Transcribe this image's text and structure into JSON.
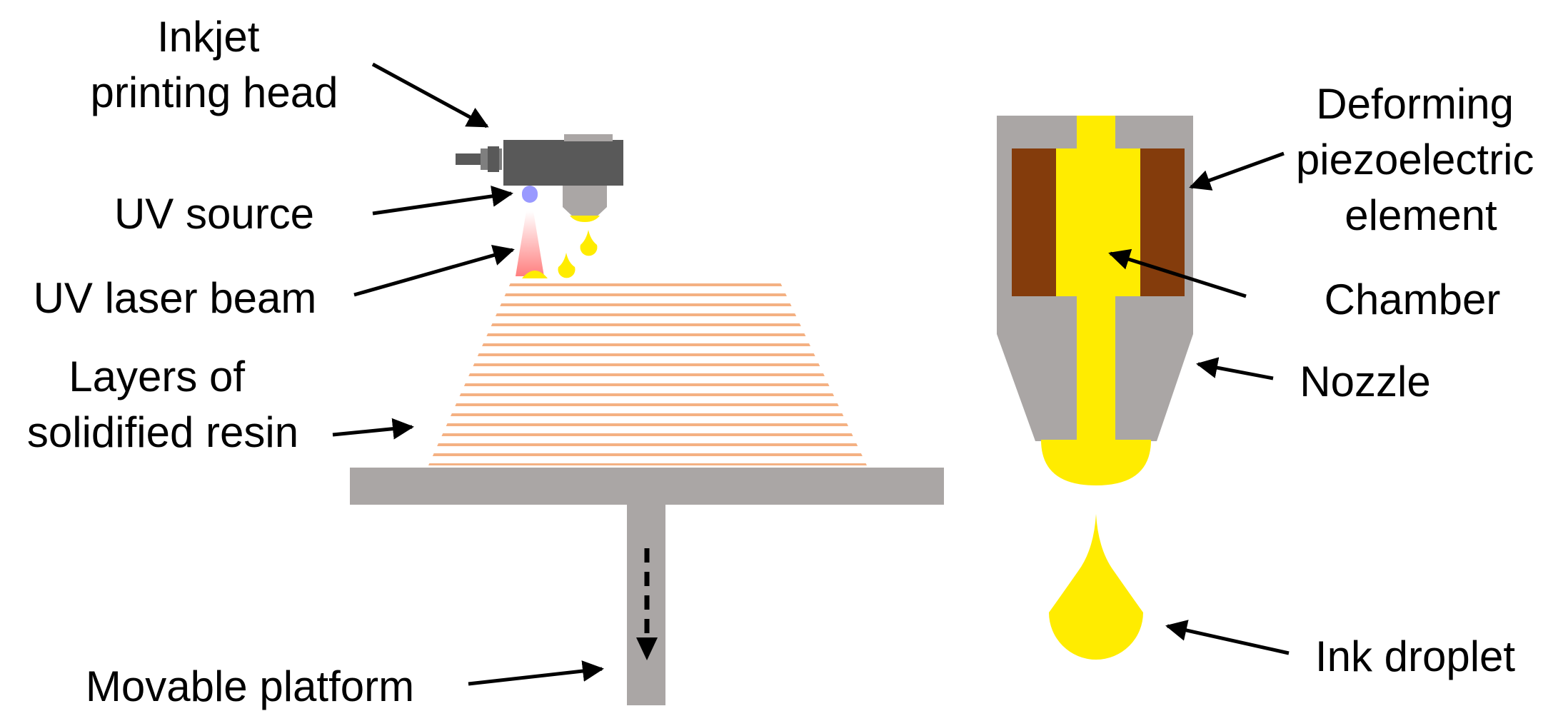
{
  "labels": {
    "print_head": [
      "Inkjet",
      "printing head"
    ],
    "uv_source": "UV source",
    "uv_laser": "UV laser beam",
    "resin_layers": [
      "Layers of",
      "solidified resin"
    ],
    "platform": "Movable platform",
    "piezo": [
      "Deforming",
      "piezoelectric",
      "element"
    ],
    "chamber": "Chamber",
    "nozzle": "Nozzle",
    "droplet": "Ink droplet"
  },
  "colors": {
    "ink": "#ffec00",
    "frame_gray": "#aaa6a5",
    "piezo_brown": "#843c0c",
    "head_dark": "#595959",
    "uv_blue": "#9999ff",
    "resin_orange": "#f4b183",
    "beam_pink": "#ff7f7f"
  },
  "icons": [
    "inkjet-head-icon",
    "down-arrow-icon"
  ]
}
